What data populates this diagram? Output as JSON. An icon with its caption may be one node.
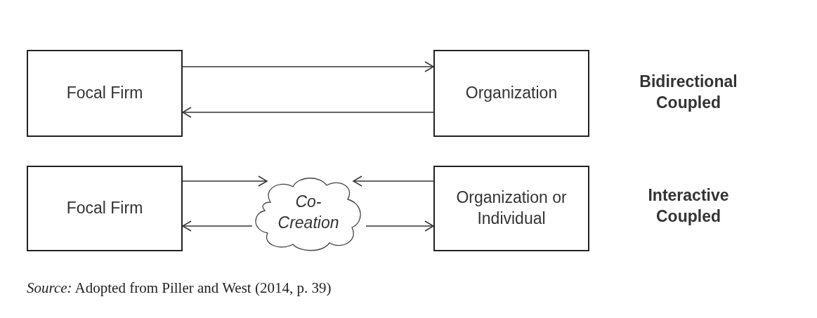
{
  "diagram": {
    "caption": "*Source:* Adopted from Piller and West (2014, p. 39)",
    "nodes": [
      {
        "text": [
          "Focal Firm"
        ]
      },
      {
        "text": [
          "Organization"
        ]
      },
      {
        "text": [
          "Focal Firm"
        ]
      },
      {
        "text": [
          "Co- Creation"
        ]
      },
      {
        "text": [
          "Organization or Individual"
        ]
      }
    ],
    "edges": [
      {
        "from": 0,
        "to": 1,
        "arrow": "to"
      },
      {
        "from": 1,
        "to": 0,
        "arrow": "to"
      },
      {
        "from": 2,
        "to": 3,
        "arrow": "to"
      },
      {
        "from": 4,
        "to": 3,
        "arrow": "to"
      },
      {
        "from": 3,
        "to": 2,
        "arrow": "to"
      },
      {
        "from": 3,
        "to": 4,
        "arrow": "to"
      }
    ],
    "labels": [
      "Bidirectional Coupled",
      "Interactive Coupled"
    ]
  }
}
